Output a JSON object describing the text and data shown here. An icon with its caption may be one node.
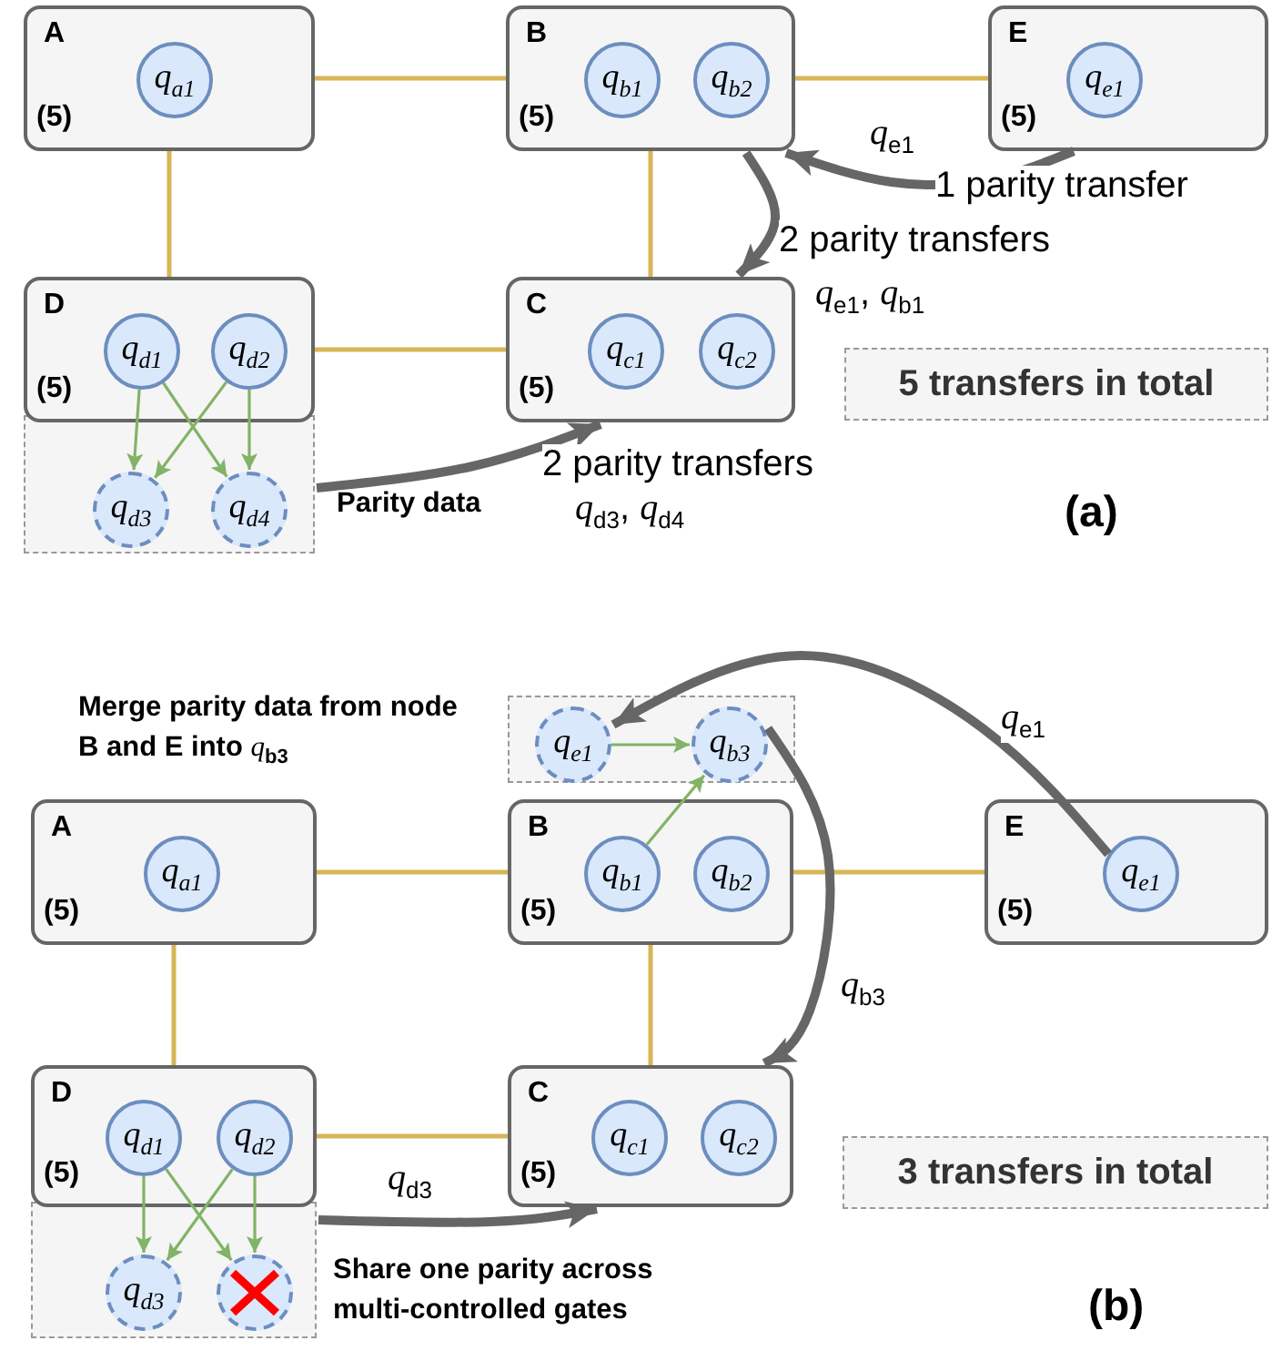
{
  "diagram": {
    "nodes": [
      {
        "text": [
          "A",
          "(5)"
        ]
      },
      {
        "text": [
          "q$_{a1}$"
        ],
        "in": 0
      },
      {
        "text": [
          "B",
          "(5)"
        ]
      },
      {
        "text": [
          "q$_{b1}$"
        ],
        "in": 2
      },
      {
        "text": [
          "q$_{b2}$"
        ],
        "in": 2
      },
      {
        "text": [
          "E",
          "(5)"
        ]
      },
      {
        "text": [
          "q$_{e1}$"
        ],
        "in": 5
      },
      {
        "text": [
          "D",
          "(5)"
        ]
      },
      {
        "text": [
          "q$_{d1}$"
        ],
        "in": 7
      },
      {
        "text": [
          "q$_{d2}$"
        ],
        "in": 7
      },
      {
        "text": [],
        "shape": "box",
        "beside": [
          "Parity data"
        ]
      },
      {
        "text": [
          "q$_{d3}$"
        ],
        "in": 10
      },
      {
        "text": [
          "q$_{d4}$"
        ],
        "in": 10
      },
      {
        "text": [
          "C",
          "(5)"
        ]
      },
      {
        "text": [
          "q$_{c1}$"
        ],
        "in": 13
      },
      {
        "text": [
          "q$_{c2}$"
        ],
        "in": 13
      },
      {
        "text": [
          "5 transfers in total"
        ]
      },
      {
        "text": [],
        "shape": "box",
        "beside": [
          "Merge parity data from node B and E into *q*$_{b3}$"
        ]
      },
      {
        "text": [
          "q$_{e1}$"
        ],
        "in": 17
      },
      {
        "text": [
          "q$_{b3}$"
        ],
        "in": 17
      },
      {
        "text": [
          "A",
          "(5)"
        ]
      },
      {
        "text": [
          "q$_{a1}$"
        ],
        "in": 20
      },
      {
        "text": [
          "B",
          "(5)"
        ]
      },
      {
        "text": [
          "q$_{b1}$"
        ],
        "in": 22
      },
      {
        "text": [
          "q$_{b2}$"
        ],
        "in": 22
      },
      {
        "text": [
          "E",
          "(5)"
        ]
      },
      {
        "text": [
          "q$_{e1}$"
        ],
        "in": 25
      },
      {
        "text": [
          "D",
          "(5)"
        ]
      },
      {
        "text": [
          "q$_{d1}$"
        ],
        "in": 27
      },
      {
        "text": [
          "q$_{d2}$"
        ],
        "in": 27
      },
      {
        "text": [],
        "shape": "box",
        "beside": [
          "Share one parity across multi-controlled gates"
        ]
      },
      {
        "text": [
          "q$_{d3}$"
        ],
        "in": 30
      },
      {
        "text": [],
        "shape": "circle",
        "in": 30
      },
      {
        "text": [
          "C",
          "(5)"
        ]
      },
      {
        "text": [
          "q$_{c1}$"
        ],
        "in": 33
      },
      {
        "text": [
          "q$_{c2}$"
        ],
        "in": 33
      },
      {
        "text": [
          "3 transfers in total"
        ]
      }
    ],
    "edges": [
      {
        "from": 0,
        "to": 2,
        "arrow": "none",
        "color": "#d6b656"
      },
      {
        "from": 2,
        "to": 5,
        "arrow": "none",
        "color": "#d6b656"
      },
      {
        "from": 0,
        "to": 7,
        "arrow": "none",
        "color": "#d6b656"
      },
      {
        "from": 2,
        "to": 13,
        "arrow": "none",
        "color": "#d6b656"
      },
      {
        "from": 7,
        "to": 13,
        "arrow": "none",
        "color": "#d6b656"
      },
      {
        "from": 8,
        "to": 11,
        "arrow": "to",
        "color": "#82b366"
      },
      {
        "from": 8,
        "to": 12,
        "arrow": "to",
        "color": "#82b366"
      },
      {
        "from": 9,
        "to": 11,
        "arrow": "to",
        "color": "#82b366"
      },
      {
        "from": 9,
        "to": 12,
        "arrow": "to",
        "color": "#82b366"
      },
      {
        "from": 5,
        "to": 2,
        "arrow": "to",
        "style": "thick",
        "color": "#666666",
        "label": "1 parity transfer"
      },
      {
        "from": 2,
        "to": 13,
        "arrow": "to",
        "style": "thick",
        "color": "#666666",
        "label": "2 parity transfers"
      },
      {
        "from": 10,
        "to": 13,
        "arrow": "to",
        "style": "thick",
        "color": "#666666",
        "label": "2 parity transfers"
      },
      {
        "from": 20,
        "to": 22,
        "arrow": "none",
        "color": "#d6b656"
      },
      {
        "from": 22,
        "to": 25,
        "arrow": "none",
        "color": "#d6b656"
      },
      {
        "from": 20,
        "to": 27,
        "arrow": "none",
        "color": "#d6b656"
      },
      {
        "from": 22,
        "to": 33,
        "arrow": "none",
        "color": "#d6b656"
      },
      {
        "from": 27,
        "to": 33,
        "arrow": "none",
        "color": "#d6b656"
      },
      {
        "from": 18,
        "to": 19,
        "arrow": "to",
        "color": "#82b366"
      },
      {
        "from": 23,
        "to": 19,
        "arrow": "to",
        "color": "#82b366"
      },
      {
        "from": 28,
        "to": 31,
        "arrow": "to",
        "color": "#82b366"
      },
      {
        "from": 28,
        "to": 32,
        "arrow": "to",
        "color": "#82b366"
      },
      {
        "from": 29,
        "to": 31,
        "arrow": "to",
        "color": "#82b366"
      },
      {
        "from": 29,
        "to": 32,
        "arrow": "to",
        "color": "#82b366"
      },
      {
        "from": 26,
        "to": 18,
        "arrow": "to",
        "style": "thick",
        "color": "#666666",
        "label": "*q*$_{e1}$"
      },
      {
        "from": 19,
        "to": 33,
        "arrow": "to",
        "style": "thick",
        "color": "#666666",
        "label": "*q*$_{b3}$"
      },
      {
        "from": 30,
        "to": 33,
        "arrow": "to",
        "style": "thick",
        "color": "#666666",
        "label": "*q*$_{d3}$"
      }
    ],
    "labels": [
      "*q*$_{e1}$",
      "*q*$_{e1}$, *q*$_{b1}$",
      "*q*$_{d3}$, *q*$_{d4}$",
      "(a)",
      "(b)"
    ]
  }
}
